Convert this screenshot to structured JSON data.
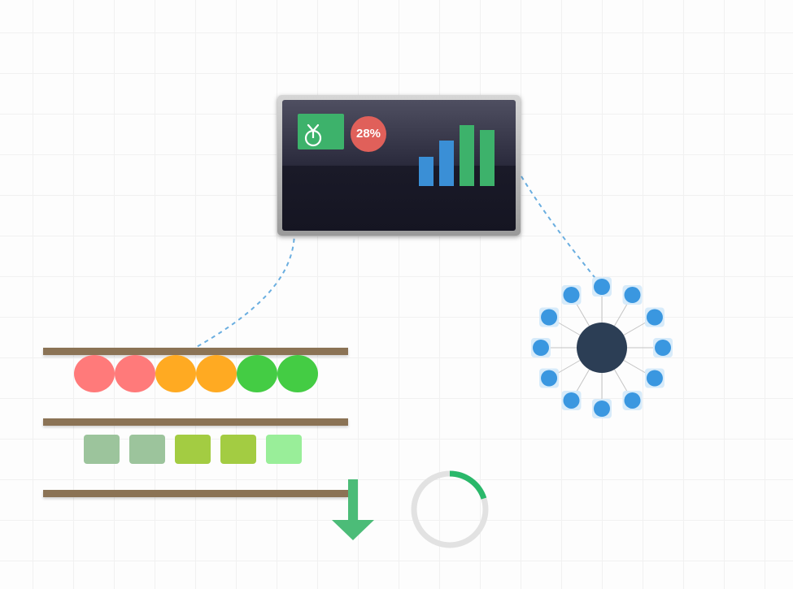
{
  "monitor": {
    "percent_label": "28%",
    "icon": "stopwatch-icon",
    "bar_values": [
      36,
      56,
      75,
      69
    ],
    "bar_colors": [
      "#3a8fd6",
      "#3a8fd6",
      "#3db26b",
      "#3db26b"
    ]
  },
  "balls_row": {
    "colors": [
      "#ff7a7a",
      "#ff7a7a",
      "#ffaa22",
      "#ffaa22",
      "#44cc44",
      "#44cc44"
    ]
  },
  "blocks_row": {
    "colors": [
      "#9cc49c",
      "#9cc49c",
      "#a3cc42",
      "#a3cc42",
      "#99ee99"
    ]
  },
  "network": {
    "node_count": 12,
    "hub_color": "#2c3e55",
    "node_color": "#3a97e0"
  },
  "progress_ring": {
    "value": 0.2,
    "fill_color": "#2ab86a",
    "track_color": "#e2e2e2"
  },
  "arrow": {
    "icon": "arrow-down-icon",
    "color": "#4cbc78"
  },
  "colors": {
    "shelf": "#8b7355",
    "connector": "#6aaee0"
  }
}
